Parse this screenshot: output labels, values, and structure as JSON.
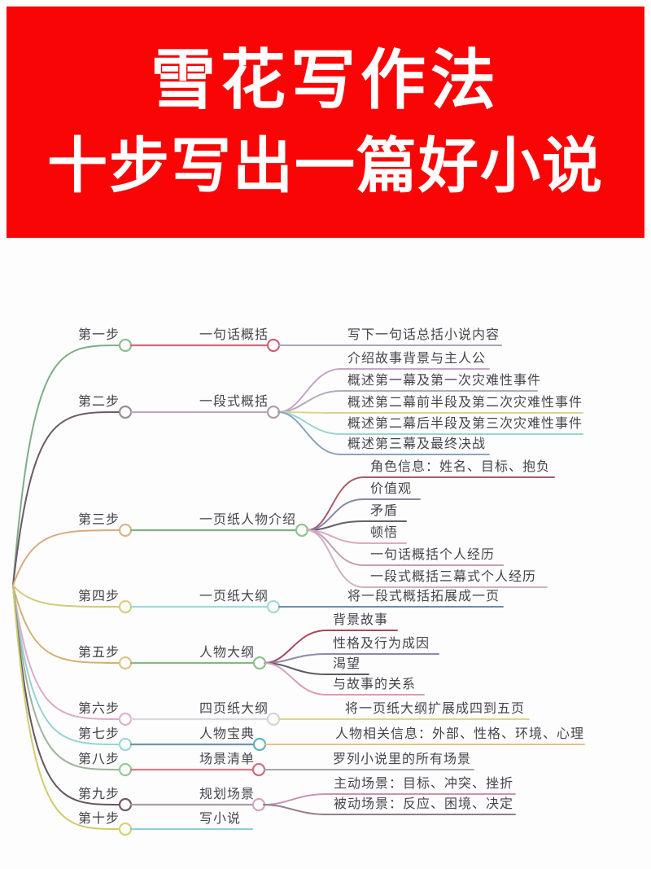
{
  "banner": {
    "title_line1": "雪花写作法",
    "title_line2": "十步写出一篇好小说",
    "bg_color": "#fa0505",
    "text_color": "#ffffff"
  },
  "mindmap": {
    "steps": [
      {
        "label": "第一步",
        "topic": "一句话概括",
        "leaves": [
          "写下一句话总括小说内容"
        ],
        "colors": {
          "branch": "#7fae85",
          "step_circle": "#8fbe8f",
          "topic_line": "#d5697a",
          "topic_circle": "#cf6273",
          "leaf_lines": [
            "#a9a2c6"
          ]
        }
      },
      {
        "label": "第二步",
        "topic": "一段式概括",
        "leaves": [
          "介绍故事背景与主人公",
          "概述第一幕及第一次灾难性事件",
          "概述第二幕前半段及第二次灾难性事件",
          "概述第二幕后半段及第三次灾难性事件",
          "概述第三幕及最终决战"
        ],
        "colors": {
          "branch": "#6d5a65",
          "step_circle": "#9c8c94",
          "topic_line": "#b9a9bb",
          "topic_circle": "#b49cab",
          "leaf_lines": [
            "#c6a5c8",
            "#b2acba",
            "#d9d596",
            "#98d7d1",
            "#8aa4c0"
          ]
        }
      },
      {
        "label": "第三步",
        "topic": "一页纸人物介绍",
        "leaves": [
          "角色信息：姓名、目标、抱负",
          "价值观",
          "矛盾",
          "顿悟",
          "一句话概括个人经历",
          "一段式概括三幕式个人经历"
        ],
        "colors": {
          "branch": "#d9a97c",
          "step_circle": "#dcb48c",
          "topic_line": "#7eb382",
          "topic_circle": "#8fc494",
          "leaf_lines": [
            "#aa5a6a",
            "#8787a7",
            "#616169",
            "#dcaac2",
            "#c69eb6",
            "#d0b0c4"
          ]
        }
      },
      {
        "label": "第四步",
        "topic": "一页纸大纲",
        "leaves": [
          "将一段式概括拓展成一页"
        ],
        "colors": {
          "branch": "#d5c97c",
          "step_circle": "#d9cd84",
          "topic_line": "#a0dad6",
          "topic_circle": "#a4dad6",
          "leaf_lines": [
            "#6e8cab"
          ]
        }
      },
      {
        "label": "第五步",
        "topic": "人物大纲",
        "leaves": [
          "背景故事",
          "性格及行为成因",
          "渴望",
          "与故事的关系"
        ],
        "colors": {
          "branch": "#d2b274",
          "step_circle": "#dbc68b",
          "topic_line": "#87b787",
          "topic_circle": "#8fc28f",
          "leaf_lines": [
            "#a34b5b",
            "#8b8bab",
            "#5b5b63",
            "#da9cb7"
          ]
        }
      },
      {
        "label": "第六步",
        "topic": "四页纸大纲",
        "leaves": [
          "将一页纸大纲扩展成四到五页"
        ],
        "colors": {
          "branch": "#dbacca",
          "step_circle": "#dfb4cf",
          "topic_line": "#d9d9dd",
          "topic_circle": "#d4d4d8",
          "leaf_lines": [
            "#d9d596"
          ]
        }
      },
      {
        "label": "第七步",
        "topic": "人物宝典",
        "leaves": [
          "人物相关信息：外部、性格、环境、心理"
        ],
        "colors": {
          "branch": "#95d3d3",
          "step_circle": "#9cd7d7",
          "topic_line": "#6e93b7",
          "topic_circle": "#5cb7b7",
          "leaf_lines": [
            "#eabe84"
          ]
        }
      },
      {
        "label": "第八步",
        "topic": "场景清单",
        "leaves": [
          "罗列小说里的所有场景"
        ],
        "colors": {
          "branch": "#9db49d",
          "step_circle": "#93cb93",
          "topic_line": "#da7b8b",
          "topic_circle": "#d26c7c",
          "leaf_lines": [
            "#a4a4ac"
          ]
        }
      },
      {
        "label": "第九步",
        "topic": "规划场景",
        "leaves": [
          "主动场景：目标、冲突、挫折",
          "被动场景：反应、困境、决定"
        ],
        "colors": {
          "branch": "#655560",
          "step_circle": "#73596a",
          "topic_line": "#ab9da7",
          "topic_circle": "#cfa7c7",
          "leaf_lines": [
            "#cb93b3",
            "#937b8b"
          ]
        }
      },
      {
        "label": "第十步",
        "topic": "写小说",
        "leaves": [],
        "colors": {
          "branch": "#cfcb6c",
          "step_circle": "#d7d374",
          "topic_line": "#90cfd7",
          "topic_circle": null,
          "leaf_lines": []
        }
      }
    ]
  }
}
